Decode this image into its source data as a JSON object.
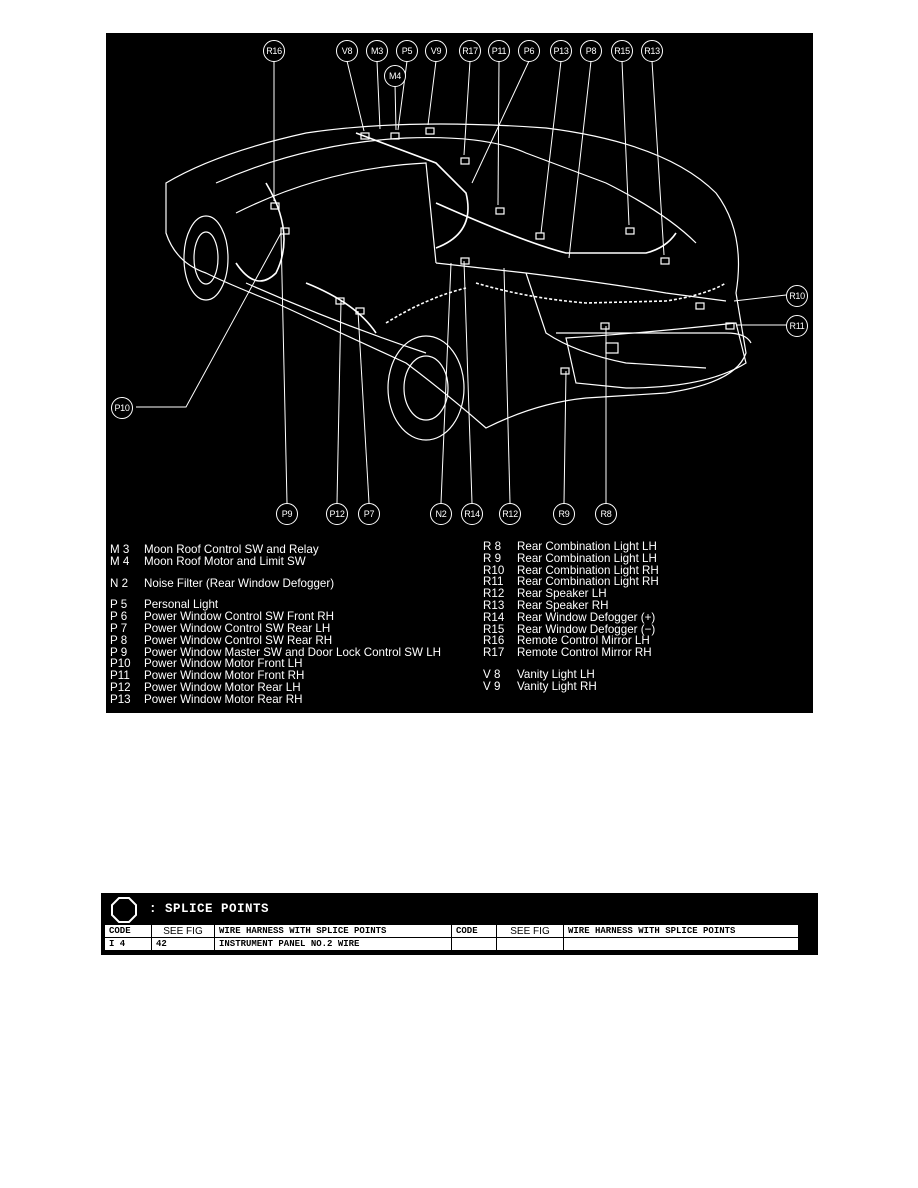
{
  "callouts": {
    "R16": "R16",
    "V8": "V8",
    "M3": "M3",
    "P5": "P5",
    "V9": "V9",
    "R17": "R17",
    "P11": "P11",
    "P6": "P6",
    "P13": "P13",
    "P8": "P8",
    "R15": "R15",
    "R13": "R13",
    "M4": "M4",
    "R10": "R10",
    "R11": "R11",
    "P10": "P10",
    "P9": "P9",
    "P12": "P12",
    "P7": "P7",
    "N2": "N2",
    "R14": "R14",
    "R12": "R12",
    "R9": "R9",
    "R8": "R8"
  },
  "legend_left": [
    {
      "code": "M 3",
      "desc": "Moon Roof Control SW and Relay"
    },
    {
      "code": "M 4",
      "desc": "Moon Roof Motor and Limit SW"
    },
    {
      "code": "N 2",
      "desc": "Noise Filter (Rear Window Defogger)"
    },
    {
      "code": "P 5",
      "desc": "Personal Light"
    },
    {
      "code": "P 6",
      "desc": "Power Window Control SW Front RH"
    },
    {
      "code": "P 7",
      "desc": "Power Window Control SW Rear LH"
    },
    {
      "code": "P 8",
      "desc": "Power Window Control SW Rear RH"
    },
    {
      "code": "P 9",
      "desc": "Power Window Master SW and Door Lock Control SW LH"
    },
    {
      "code": "P10",
      "desc": "Power Window Motor Front LH"
    },
    {
      "code": "P11",
      "desc": "Power Window Motor Front RH"
    },
    {
      "code": "P12",
      "desc": "Power Window Motor Rear LH"
    },
    {
      "code": "P13",
      "desc": "Power Window Motor Rear RH"
    }
  ],
  "legend_right": [
    {
      "code": "R 8",
      "desc": "Rear Combination Light LH"
    },
    {
      "code": "R 9",
      "desc": "Rear Combination Light LH"
    },
    {
      "code": "R10",
      "desc": "Rear Combination Light RH"
    },
    {
      "code": "R11",
      "desc": "Rear Combination Light RH"
    },
    {
      "code": "R12",
      "desc": "Rear Speaker LH"
    },
    {
      "code": "R13",
      "desc": "Rear Speaker RH"
    },
    {
      "code": "R14",
      "desc": "Rear Window Defogger (+)"
    },
    {
      "code": "R15",
      "desc": "Rear Window Defogger (−)"
    },
    {
      "code": "R16",
      "desc": "Remote Control Mirror LH"
    },
    {
      "code": "R17",
      "desc": "Remote Control Mirror RH"
    },
    {
      "code": "V 8",
      "desc": "Vanity Light LH"
    },
    {
      "code": "V 9",
      "desc": "Vanity Light RH"
    }
  ],
  "splice": {
    "title": ": SPLICE POINTS",
    "headers": {
      "code": "CODE",
      "see_fig": "SEE FIG",
      "harness": "WIRE HARNESS WITH SPLICE POINTS",
      "code2": "CODE",
      "see_fig2": "SEE FIG",
      "harness2": "WIRE HARNESS WITH SPLICE POINTS"
    },
    "row": {
      "code": "I 4",
      "see_fig": "42",
      "harness": "INSTRUMENT PANEL NO.2 WIRE",
      "code2": "",
      "see_fig2": "",
      "harness2": ""
    }
  }
}
